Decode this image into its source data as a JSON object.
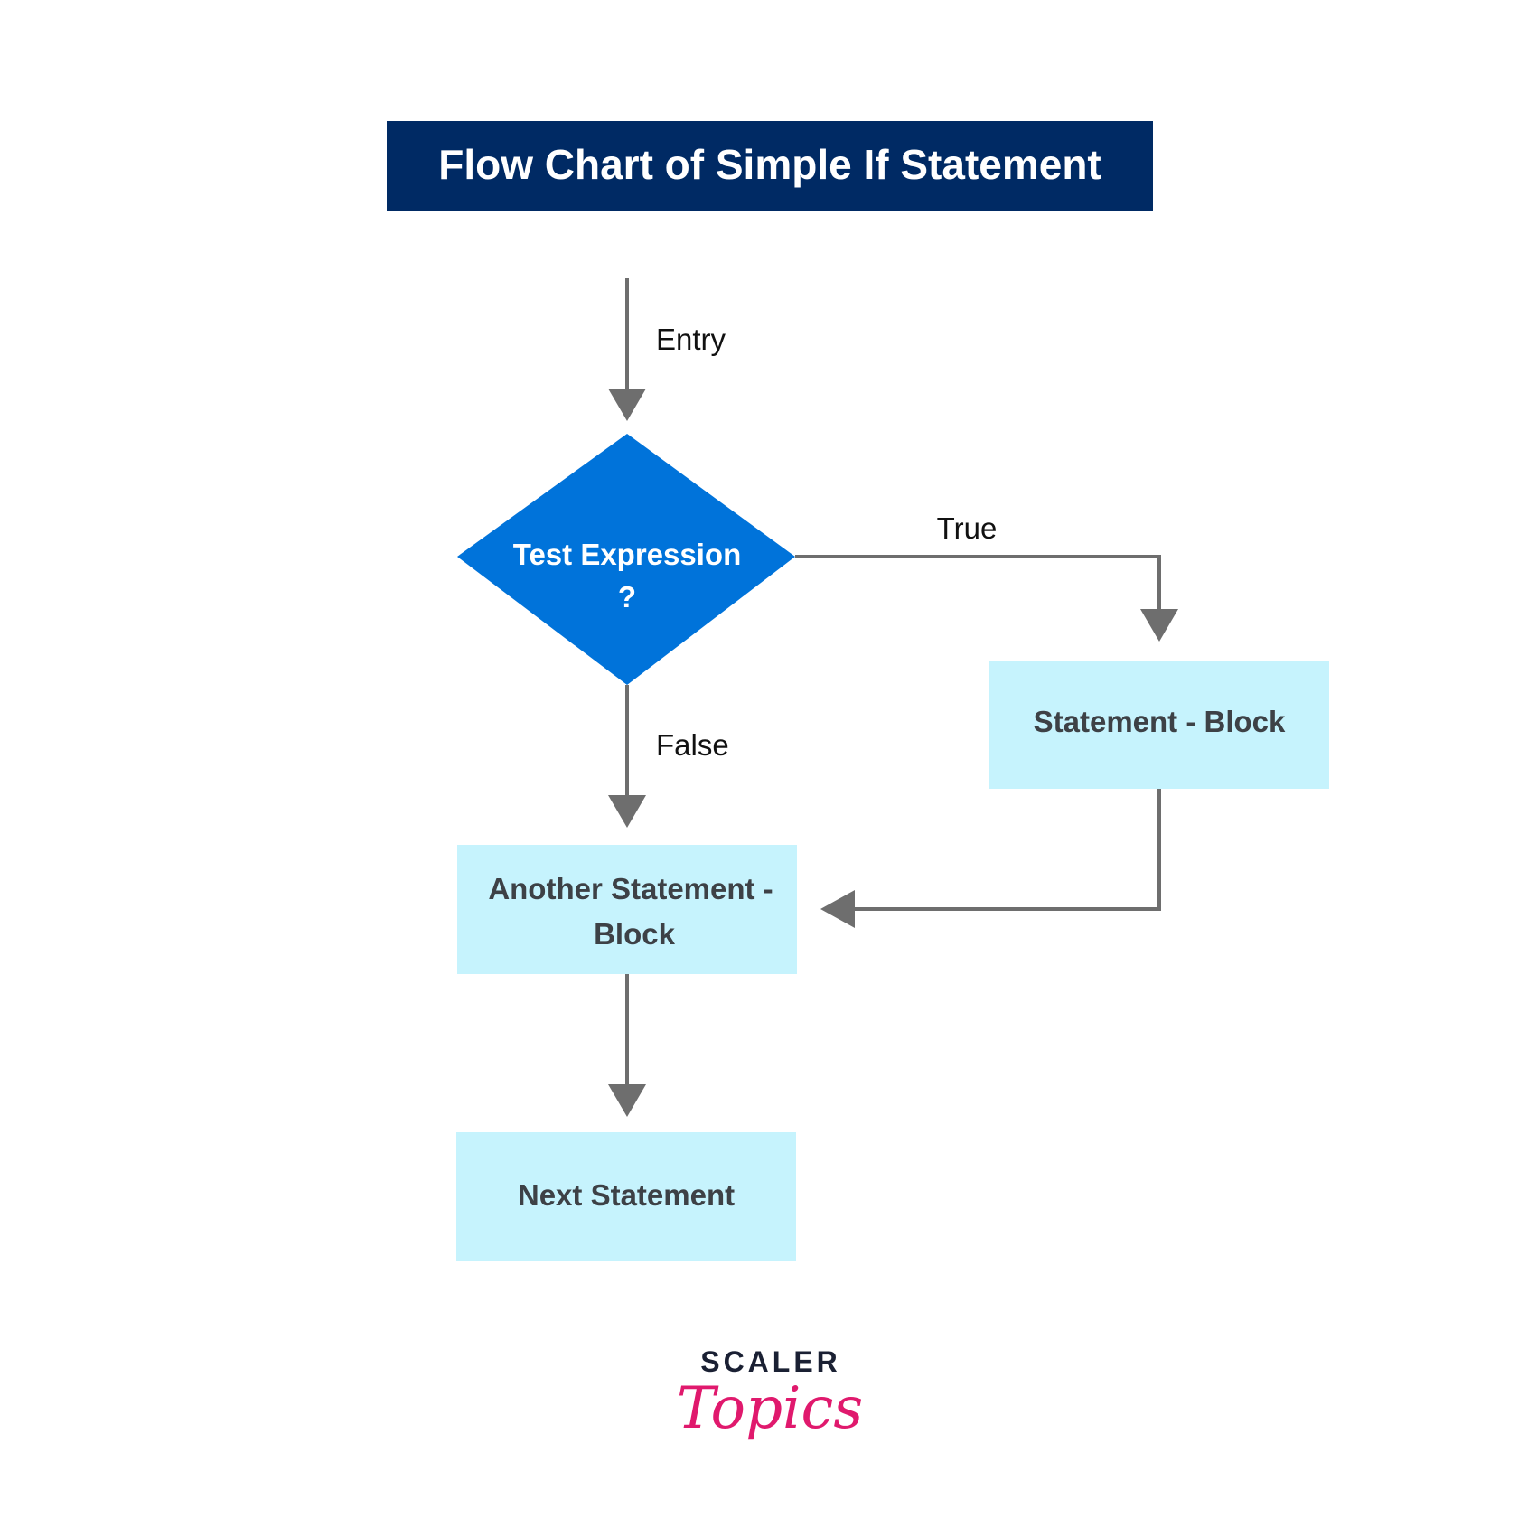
{
  "title": "Flow Chart of Simple If Statement",
  "colors": {
    "title_bg": "#002a64",
    "decision_fill": "#0073da",
    "block_fill": "#c6f3fd",
    "connector": "#6e6e6e",
    "logo_accent": "#e0196d"
  },
  "nodes": {
    "decision": {
      "line1": "Test Expression",
      "line2": "?"
    },
    "statement_block": "Statement - Block",
    "another_block": {
      "line1": "Another Statement -",
      "line2": "Block"
    },
    "next_statement": "Next Statement"
  },
  "edges": {
    "entry": "Entry",
    "true": "True",
    "false": "False"
  },
  "logo": {
    "top": "SCALER",
    "script": "Topics",
    "icon": "scaler-topics-logo"
  }
}
